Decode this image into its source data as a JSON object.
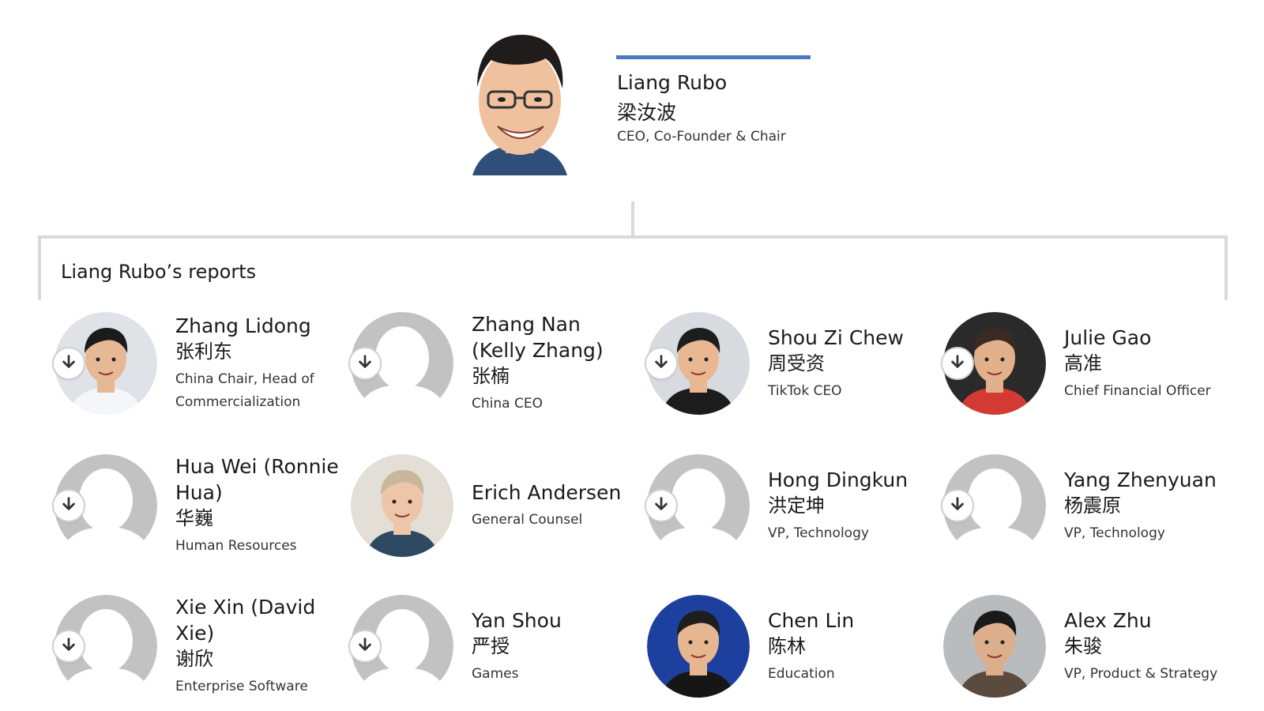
{
  "ceo": {
    "name": "Liang Rubo",
    "name_cn": "梁汝波",
    "title": "CEO, Co-Founder & Chair"
  },
  "reports_heading": "Liang Rubo’s reports",
  "reports": [
    {
      "name": "Zhang Lidong",
      "name_cn": "张利东",
      "title": "China Chair, Head of Commercialization",
      "photo": "photo",
      "expandable": true
    },
    {
      "name": "Zhang Nan (Kelly Zhang)",
      "name_cn": "张楠",
      "title": "China CEO",
      "photo": "placeholder",
      "expandable": true
    },
    {
      "name": "Shou Zi Chew",
      "name_cn": "周受资",
      "title": "TikTok CEO",
      "photo": "photo",
      "expandable": true
    },
    {
      "name": "Julie Gao",
      "name_cn": "高准",
      "title": "Chief Financial Officer",
      "photo": "photo",
      "expandable": true
    },
    {
      "name": "Hua Wei (Ronnie Hua)",
      "name_cn": "华巍",
      "title": "Human Resources",
      "photo": "placeholder",
      "expandable": true
    },
    {
      "name": "Erich Andersen",
      "name_cn": "",
      "title": "General Counsel",
      "photo": "photo",
      "expandable": false
    },
    {
      "name": "Hong Dingkun",
      "name_cn": "洪定坤",
      "title": "VP, Technology",
      "photo": "placeholder",
      "expandable": true
    },
    {
      "name": "Yang Zhenyuan",
      "name_cn": "杨震原",
      "title": "VP, Technology",
      "photo": "placeholder",
      "expandable": true
    },
    {
      "name": "Xie Xin (David Xie)",
      "name_cn": "谢欣",
      "title": "Enterprise Software",
      "photo": "placeholder",
      "expandable": true
    },
    {
      "name": "Yan Shou",
      "name_cn": "严授",
      "title": "Games",
      "photo": "placeholder",
      "expandable": true
    },
    {
      "name": "Chen Lin",
      "name_cn": "陈林",
      "title": "Education",
      "photo": "photo",
      "expandable": false
    },
    {
      "name": "Alex Zhu",
      "name_cn": "朱骏",
      "title": "VP, Product & Strategy",
      "photo": "photo",
      "expandable": false
    }
  ],
  "icons": {
    "expand": "arrow-down-icon",
    "placeholder_avatar": "person-placeholder-icon"
  },
  "colors": {
    "accent": "#4a78c2",
    "placeholder": "#c2c2c2",
    "bracket": "#d9d9d9"
  }
}
